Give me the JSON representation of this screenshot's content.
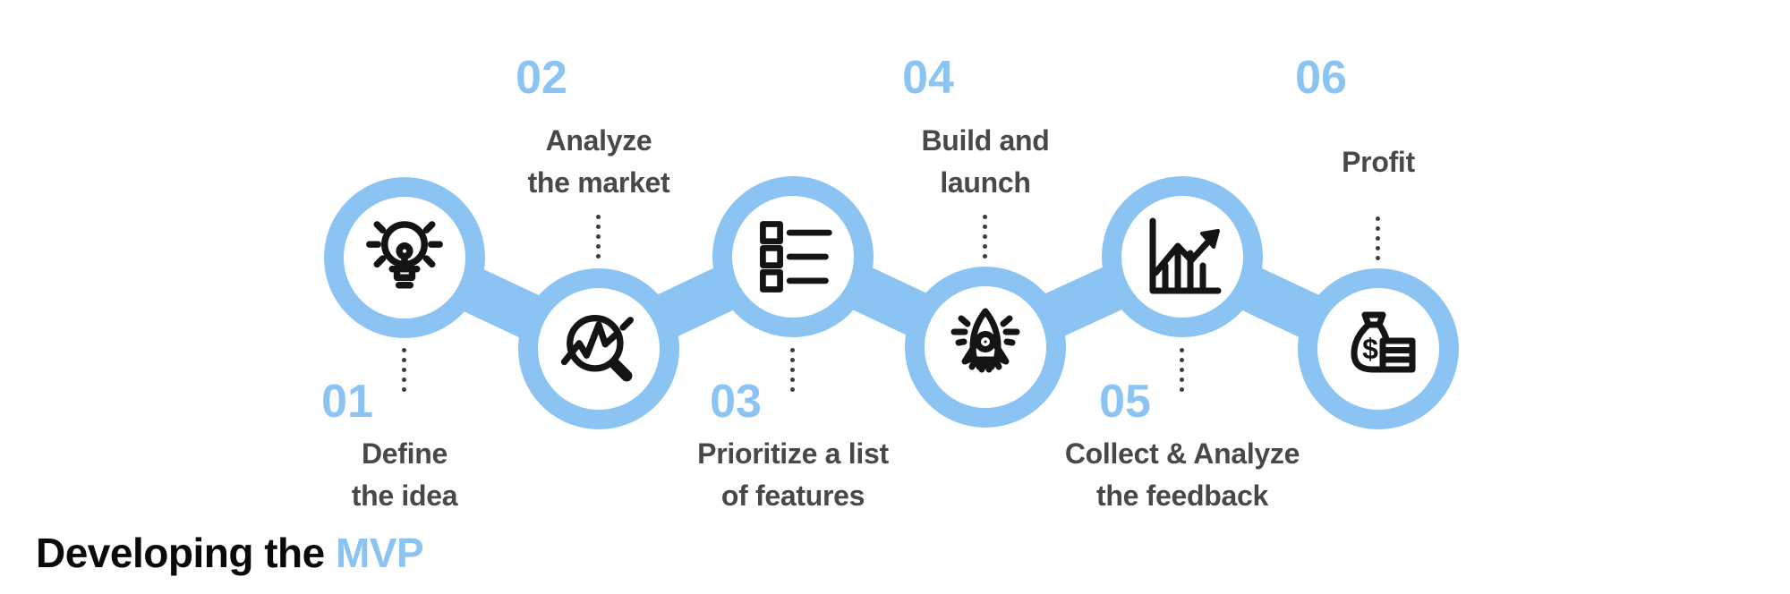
{
  "title": {
    "prefix": "Developing the ",
    "highlight": "MVP"
  },
  "colors": {
    "accent": "#8bc4f2",
    "label_text": "#484848",
    "dot": "#3d3d3d",
    "icon": "#141414",
    "title_text": "#0a0a0a",
    "background": "#ffffff"
  },
  "steps": [
    {
      "number": "01",
      "label_lines": [
        "Define",
        "the idea"
      ],
      "icon": "lightbulb-icon",
      "label_position": "below"
    },
    {
      "number": "02",
      "label_lines": [
        "Analyze",
        "the market"
      ],
      "icon": "market-analysis-icon",
      "label_position": "above"
    },
    {
      "number": "03",
      "label_lines": [
        "Prioritize a list",
        "of features"
      ],
      "icon": "checklist-icon",
      "label_position": "below"
    },
    {
      "number": "04",
      "label_lines": [
        "Build and",
        "launch"
      ],
      "icon": "rocket-icon",
      "label_position": "above"
    },
    {
      "number": "05",
      "label_lines": [
        "Collect & Analyze",
        "the feedback"
      ],
      "icon": "growth-chart-icon",
      "label_position": "below"
    },
    {
      "number": "06",
      "label_lines": [
        "Profit"
      ],
      "icon": "money-bag-icon",
      "label_position": "above"
    }
  ]
}
